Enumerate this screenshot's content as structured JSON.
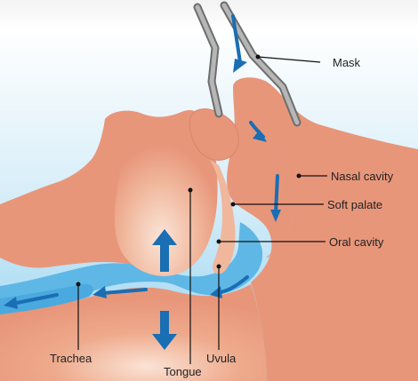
{
  "labels": {
    "mask": "Mask",
    "nasal_cavity": "Nasal cavity",
    "soft_palate": "Soft palate",
    "oral_cavity": "Oral cavity",
    "trachea": "Trachea",
    "tongue": "Tongue",
    "uvula": "Uvula"
  },
  "colors": {
    "background_top": "#f2f2f2",
    "airway_light": "#d9eef8",
    "airway_blue": "#7cc6ec",
    "tissue": "#e8967a",
    "tissue_highlight": "#f6d2bf",
    "flow_arrow": "#1a6eb3",
    "mask_tube": "#888888",
    "leader_line": "#111111"
  },
  "icons": {
    "flow": "blue-airflow-arrow",
    "tongue_motion": "up-down-arrow"
  }
}
